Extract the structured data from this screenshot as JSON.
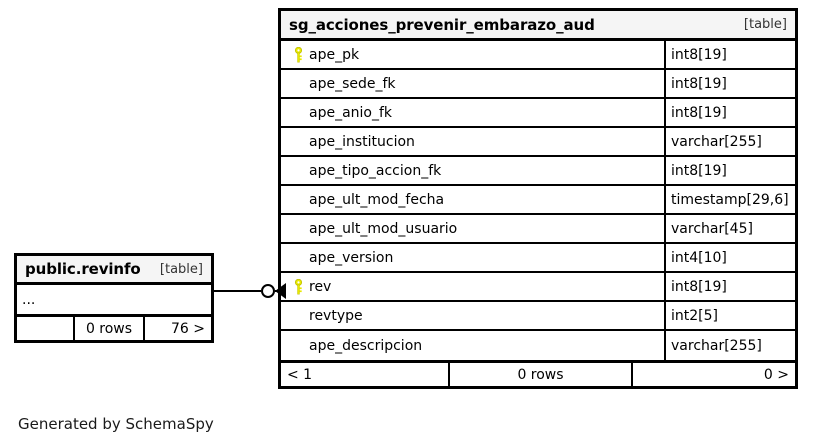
{
  "diagram": {
    "caption": "Generated by SchemaSpy",
    "icons": {
      "primary_key": "key-icon"
    }
  },
  "main_table": {
    "title": "sg_acciones_prevenir_embarazo_aud",
    "kind": "[table]",
    "columns": [
      {
        "name": "ape_pk",
        "type": "int8[19]",
        "key": true
      },
      {
        "name": "ape_sede_fk",
        "type": "int8[19]",
        "key": false
      },
      {
        "name": "ape_anio_fk",
        "type": "int8[19]",
        "key": false
      },
      {
        "name": "ape_institucion",
        "type": "varchar[255]",
        "key": false
      },
      {
        "name": "ape_tipo_accion_fk",
        "type": "int8[19]",
        "key": false
      },
      {
        "name": "ape_ult_mod_fecha",
        "type": "timestamp[29,6]",
        "key": false
      },
      {
        "name": "ape_ult_mod_usuario",
        "type": "varchar[45]",
        "key": false
      },
      {
        "name": "ape_version",
        "type": "int4[10]",
        "key": false
      },
      {
        "name": "rev",
        "type": "int8[19]",
        "key": true
      },
      {
        "name": "revtype",
        "type": "int2[5]",
        "key": false
      },
      {
        "name": "ape_descripcion",
        "type": "varchar[255]",
        "key": false
      }
    ],
    "footer": {
      "left": "< 1",
      "center": "0 rows",
      "right": "0 >"
    }
  },
  "ref_table": {
    "title": "public.revinfo",
    "kind": "[table]",
    "ellipsis": "...",
    "footer": {
      "left": "",
      "center": "0 rows",
      "right": "76 >"
    }
  },
  "colors": {
    "key_yellow": "#e8e800",
    "border": "#000000",
    "header_bg": "#f5f5f5",
    "canvas": "#ffffff"
  }
}
